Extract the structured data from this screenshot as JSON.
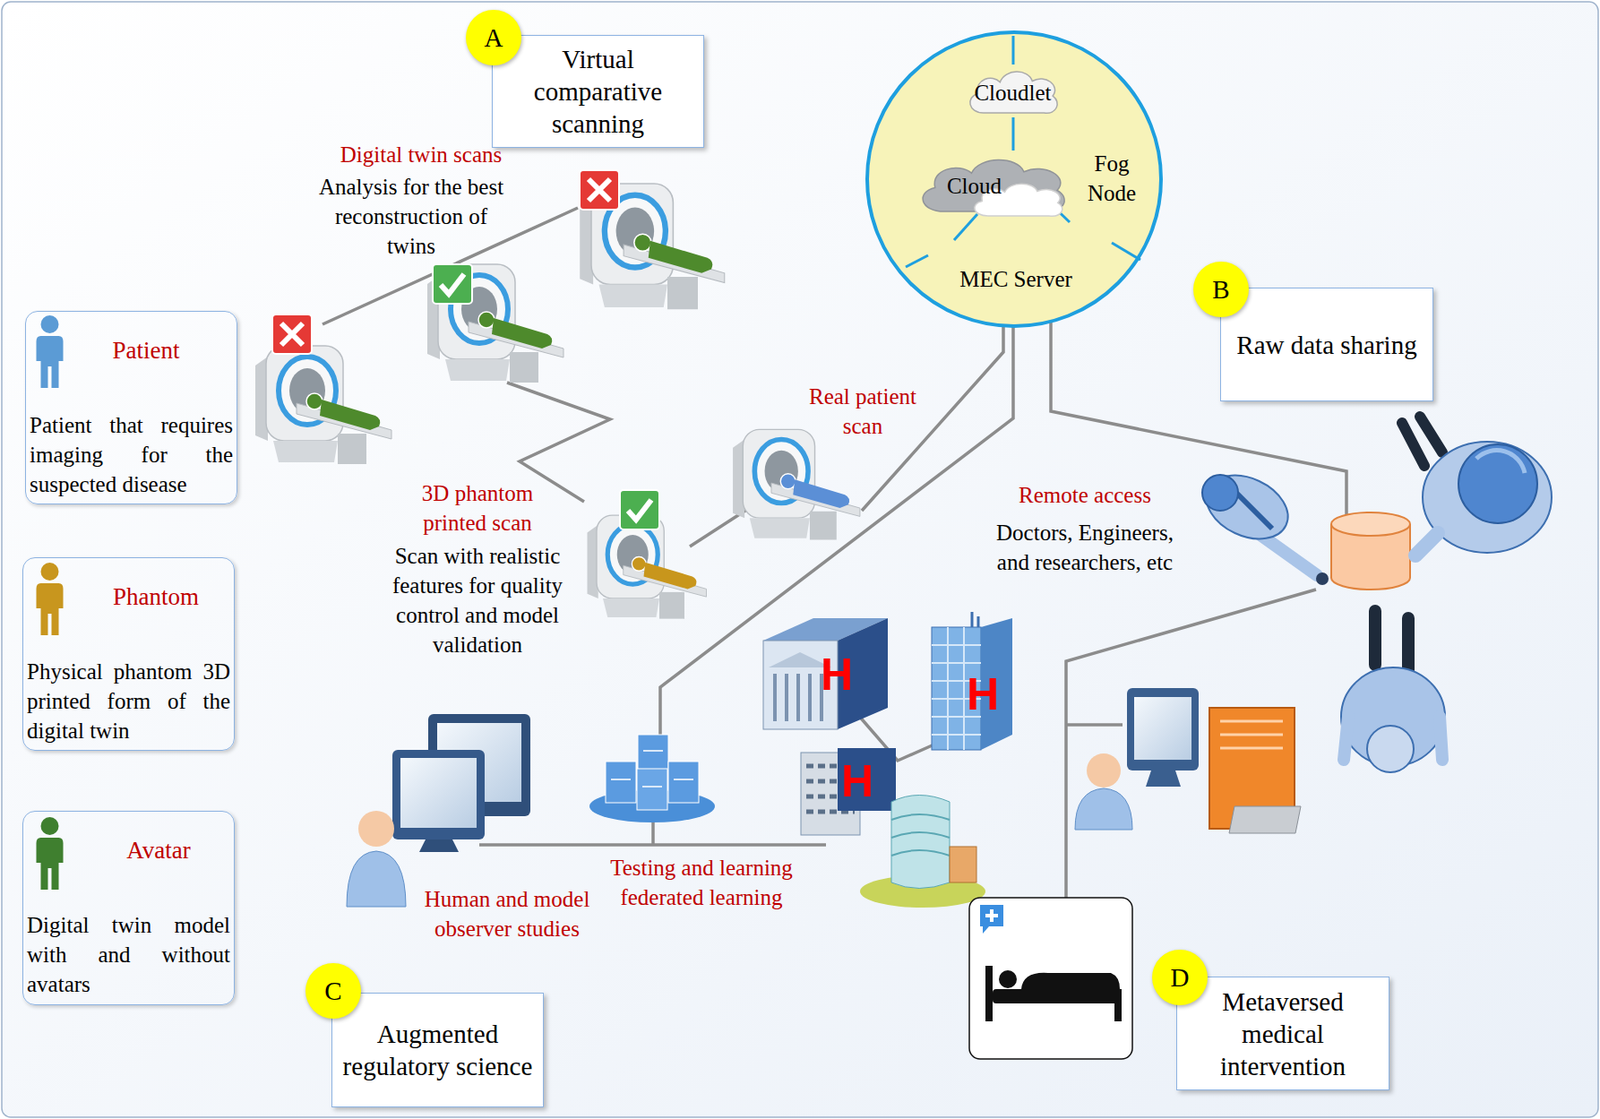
{
  "diagram": {
    "nodes": [
      {
        "text": [
          "A"
        ]
      },
      {
        "text": [
          "Virtual comparative scanning"
        ]
      },
      {
        "text": [
          "Fog Node",
          "MEC Server"
        ]
      },
      {
        "text": [
          "Cloudlet"
        ],
        "in": 2
      },
      {
        "text": [
          "Cloud"
        ],
        "in": 2
      },
      {
        "text": [
          "Patient",
          "Patient that requires imaging for the suspected disease"
        ]
      },
      {
        "text": [
          "B"
        ]
      },
      {
        "text": [
          "Raw data sharing"
        ]
      },
      {
        "text": [
          "Phantom",
          "Physical phantom 3D printed form of the digital twin"
        ]
      },
      {
        "text": [
          "Avatar",
          "Digital twin model with and without avatars"
        ]
      },
      {
        "text": [
          "C"
        ]
      },
      {
        "text": [
          "Augmented regulatory science"
        ]
      },
      {
        "text": [
          "D"
        ]
      },
      {
        "text": [
          "Metaversed medical intervention"
        ]
      }
    ],
    "labels": [
      "Digital twin scans",
      "Analysis for the best reconstruction of twins",
      "Real patient scan",
      "3D phantom printed scan",
      "Scan with realistic features for quality control and model validation",
      "Remote access",
      "Doctors, Engineers, and researchers, etc",
      "H",
      "H",
      "H",
      "Testing and learning federated learning",
      "Human and model observer studies"
    ]
  }
}
